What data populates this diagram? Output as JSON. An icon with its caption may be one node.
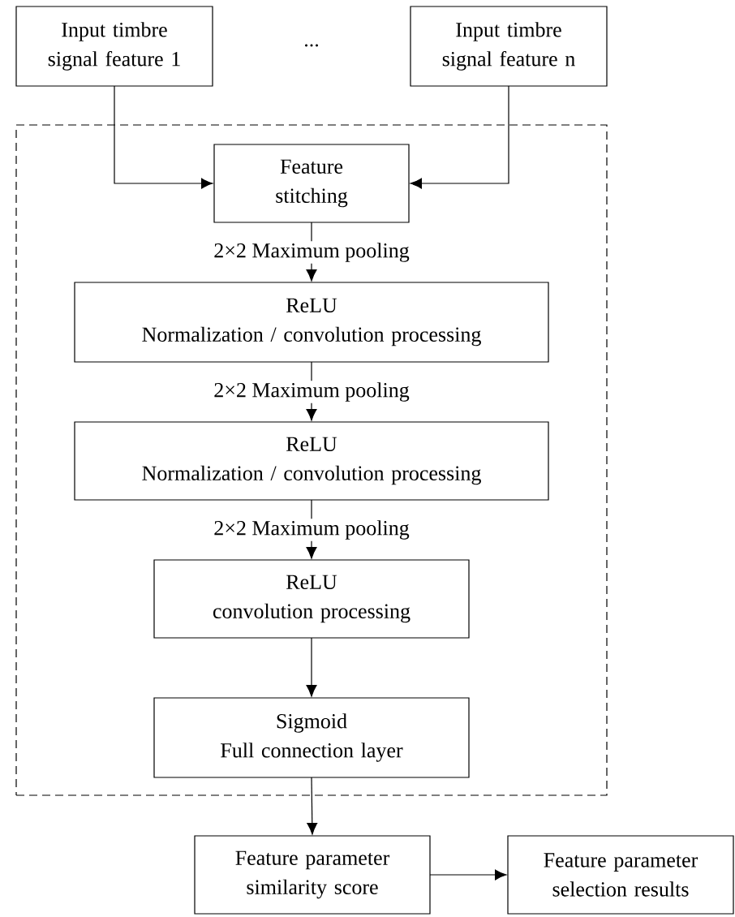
{
  "diagram": {
    "nodes": [
      {
        "text": [
          "Input timbre signal feature 1"
        ]
      },
      {
        "text": [
          "Input timbre signal feature n"
        ]
      },
      {
        "text": [],
        "shape": "box"
      },
      {
        "text": [
          "Feature stitching"
        ],
        "in": 2
      },
      {
        "text": [
          "ReLU",
          "Normalization / convolution processing"
        ],
        "in": 2
      },
      {
        "text": [
          "ReLU",
          "Normalization / convolution processing"
        ],
        "in": 2
      },
      {
        "text": [
          "ReLU",
          "convolution processing"
        ],
        "in": 2
      },
      {
        "text": [
          "Sigmoid",
          "Full connection layer"
        ],
        "in": 2
      },
      {
        "text": [
          "Feature parameter similarity score"
        ]
      },
      {
        "text": [
          "Feature parameter selection results"
        ]
      }
    ],
    "edges": [
      {
        "from": 0,
        "to": 3,
        "arrow": "to"
      },
      {
        "from": 1,
        "to": 3,
        "arrow": "to"
      },
      {
        "from": 3,
        "to": 4,
        "arrow": "to",
        "label": "2×2 Maximum pooling"
      },
      {
        "from": 4,
        "to": 5,
        "arrow": "to",
        "label": "2×2 Maximum pooling"
      },
      {
        "from": 5,
        "to": 6,
        "arrow": "to",
        "label": "2×2 Maximum pooling"
      },
      {
        "from": 6,
        "to": 7,
        "arrow": "to"
      },
      {
        "from": 7,
        "to": 8,
        "arrow": "to"
      },
      {
        "from": 8,
        "to": 9,
        "arrow": "to"
      }
    ],
    "labels": [
      "..."
    ]
  }
}
